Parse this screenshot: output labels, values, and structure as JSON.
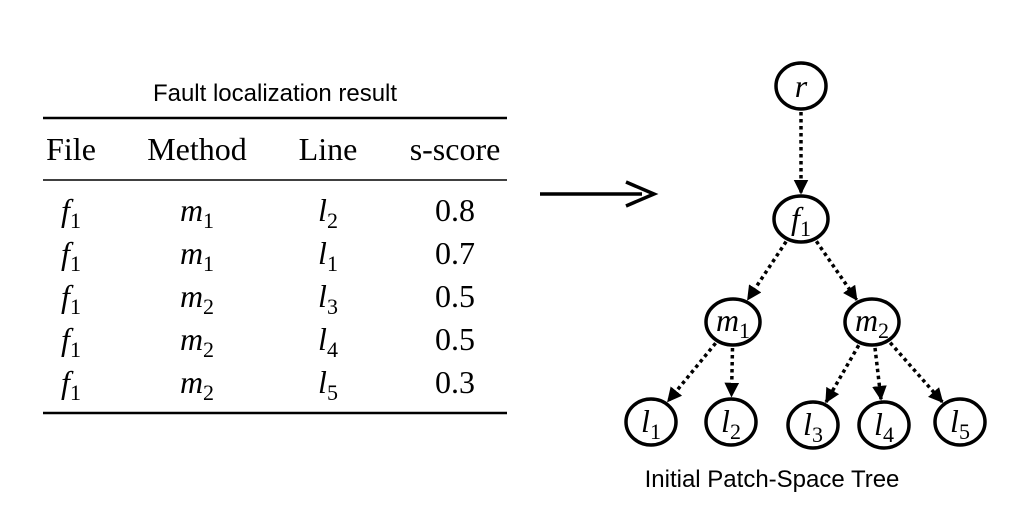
{
  "table": {
    "title": "Fault localization result",
    "headers": [
      "File",
      "Method",
      "Line",
      "s-score"
    ],
    "rows": [
      {
        "file": {
          "base": "f",
          "sub": "1"
        },
        "method": {
          "base": "m",
          "sub": "1"
        },
        "line": {
          "base": "l",
          "sub": "2"
        },
        "score": "0.8"
      },
      {
        "file": {
          "base": "f",
          "sub": "1"
        },
        "method": {
          "base": "m",
          "sub": "1"
        },
        "line": {
          "base": "l",
          "sub": "1"
        },
        "score": "0.7"
      },
      {
        "file": {
          "base": "f",
          "sub": "1"
        },
        "method": {
          "base": "m",
          "sub": "2"
        },
        "line": {
          "base": "l",
          "sub": "3"
        },
        "score": "0.5"
      },
      {
        "file": {
          "base": "f",
          "sub": "1"
        },
        "method": {
          "base": "m",
          "sub": "2"
        },
        "line": {
          "base": "l",
          "sub": "4"
        },
        "score": "0.5"
      },
      {
        "file": {
          "base": "f",
          "sub": "1"
        },
        "method": {
          "base": "m",
          "sub": "2"
        },
        "line": {
          "base": "l",
          "sub": "5"
        },
        "score": "0.3"
      }
    ]
  },
  "tree": {
    "caption": "Initial Patch-Space Tree",
    "nodes": {
      "r": {
        "base": "r",
        "sub": ""
      },
      "f1": {
        "base": "f",
        "sub": "1"
      },
      "m1": {
        "base": "m",
        "sub": "1"
      },
      "m2": {
        "base": "m",
        "sub": "2"
      },
      "l1": {
        "base": "l",
        "sub": "1"
      },
      "l2": {
        "base": "l",
        "sub": "2"
      },
      "l3": {
        "base": "l",
        "sub": "3"
      },
      "l4": {
        "base": "l",
        "sub": "4"
      },
      "l5": {
        "base": "l",
        "sub": "5"
      }
    },
    "edges": [
      [
        "r",
        "f1"
      ],
      [
        "f1",
        "m1"
      ],
      [
        "f1",
        "m2"
      ],
      [
        "m1",
        "l1"
      ],
      [
        "m1",
        "l2"
      ],
      [
        "m2",
        "l3"
      ],
      [
        "m2",
        "l4"
      ],
      [
        "m2",
        "l5"
      ]
    ]
  }
}
